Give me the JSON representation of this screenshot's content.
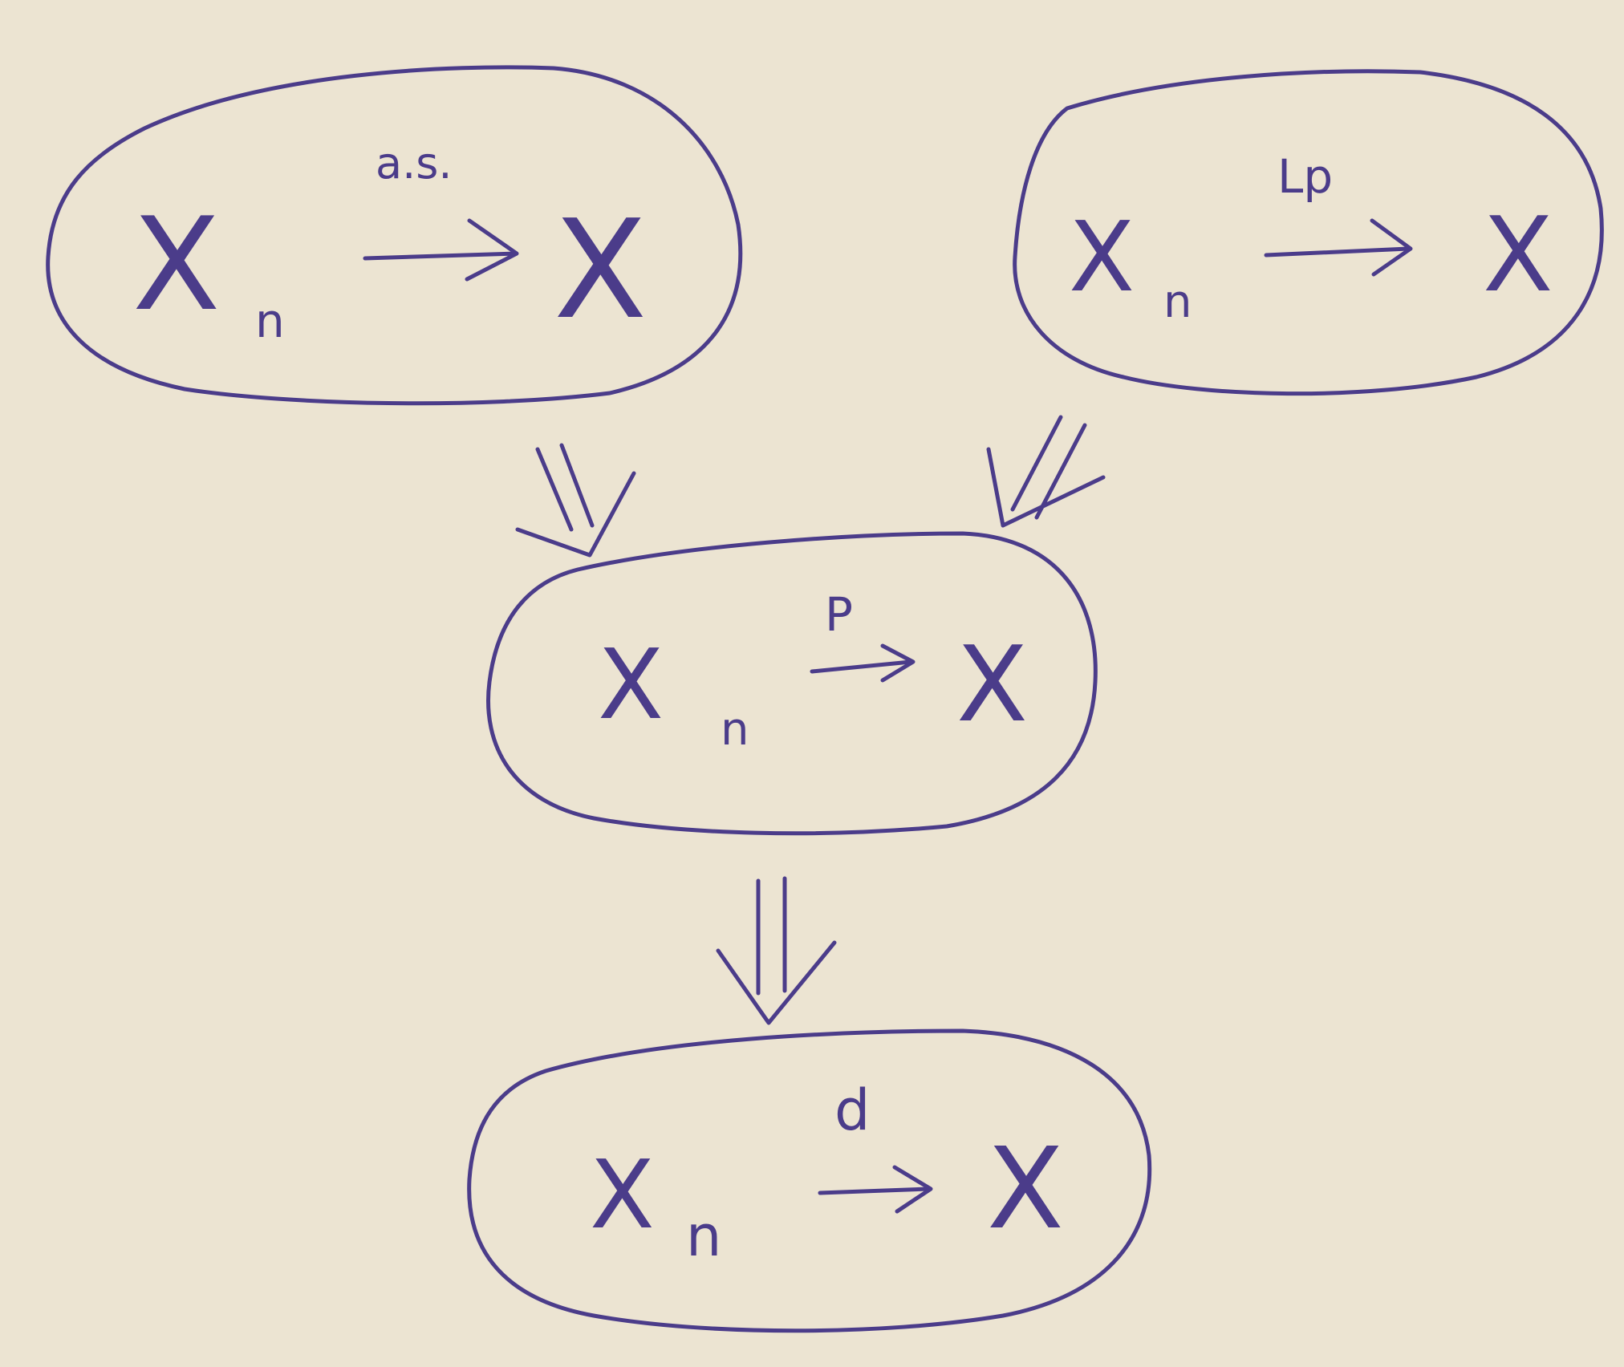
{
  "ink_color": "#4b3c8a",
  "paper_color": "#ece4d2",
  "nodes": [
    {
      "id": "as",
      "left": "X",
      "sub": "n",
      "mode": "a.s.",
      "right": "X"
    },
    {
      "id": "lp",
      "left": "X",
      "sub": "n",
      "mode": "Lp",
      "right": "X"
    },
    {
      "id": "p",
      "left": "X",
      "sub": "n",
      "mode": "P",
      "right": "X"
    },
    {
      "id": "d",
      "left": "X",
      "sub": "n",
      "mode": "d",
      "right": "X"
    }
  ],
  "implications": [
    {
      "from": "as",
      "to": "p",
      "symbol": "double-arrow"
    },
    {
      "from": "lp",
      "to": "p",
      "symbol": "double-arrow"
    },
    {
      "from": "p",
      "to": "d",
      "symbol": "double-arrow"
    }
  ]
}
